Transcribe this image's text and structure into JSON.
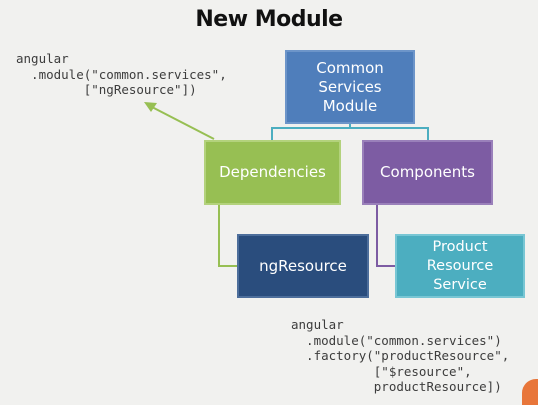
{
  "title": "New Module",
  "code_top": "angular\n  .module(\"common.services\",\n         [\"ngResource\"])",
  "code_bottom": "angular\n  .module(\"common.services\")\n  .factory(\"productResource\",\n           [\"$resource\",\n           productResource])",
  "boxes": {
    "common_services": "Common Services Module",
    "dependencies": "Dependencies",
    "components": "Components",
    "ngresource": "ngResource",
    "product_resource_service": "Product Resource Service"
  },
  "colors": {
    "common_services": "#4f7ebb",
    "dependencies": "#97bf53",
    "components": "#7d5ca3",
    "ngresource": "#2a4d7d",
    "product_resource_service": "#4caec0",
    "connector": "#4caec0"
  }
}
